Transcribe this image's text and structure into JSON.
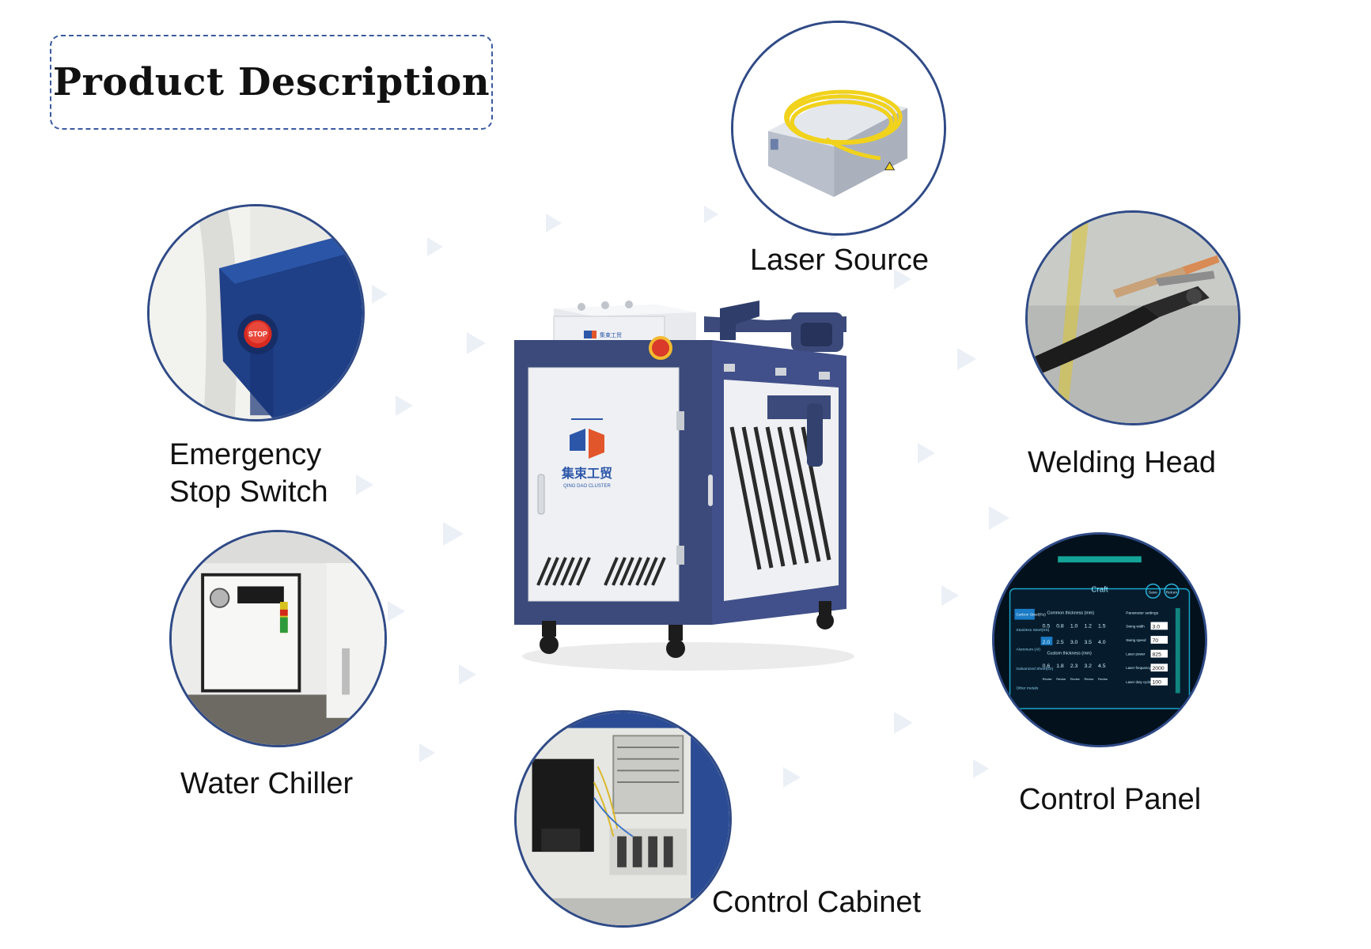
{
  "title": "Product Description",
  "machine": {
    "brand_cn": "集束工贸",
    "brand_en": "QING DAO CLUSTER",
    "small_logo": "集束工贸"
  },
  "components": {
    "laser_source": {
      "label": "Laser Source"
    },
    "emergency_stop": {
      "line1": "Emergency",
      "line2": "Stop Switch",
      "button_text": "STOP"
    },
    "welding_head": {
      "label": "Welding Head"
    },
    "water_chiller": {
      "label": "Water Chiller"
    },
    "control_panel": {
      "label": "Control Panel",
      "screen": {
        "title": "Craft",
        "btn_save": "Save",
        "btn_return": "Return",
        "materials": [
          "Carbon Steel(Fe)",
          "Stainless Steel(SS)",
          "Aluminum (Al)",
          "Galvanized Sheet(GI)",
          "Other metals"
        ],
        "common_header": "Common thickness (mm)",
        "common_values": [
          "0.5",
          "0.8",
          "1.0",
          "1.2",
          "1.5"
        ],
        "common_values_2": [
          "2.0",
          "2.5",
          "3.0",
          "3.5",
          "4.0"
        ],
        "custom_header": "Custom thickness (mm)",
        "custom_values": [
          "0.6",
          "1.8",
          "2.3",
          "3.2",
          "4.5"
        ],
        "revise": "Revise",
        "params_header": "Parameter settings",
        "params": [
          {
            "name": "Swing width",
            "value": "3.0"
          },
          {
            "name": "Swing speed",
            "value": "70"
          },
          {
            "name": "Laser power",
            "value": "825"
          },
          {
            "name": "Laser frequency",
            "value": "2000"
          },
          {
            "name": "Laser duty cycle",
            "value": "100"
          }
        ]
      }
    },
    "control_cabinet": {
      "label": "Control Cabinet"
    }
  },
  "colors": {
    "accent_border": "#2f4a86",
    "machine_frame": "#3b4a7a",
    "panel_white": "#eef0f3",
    "logo_blue": "#2c56a8",
    "logo_orange": "#e2562b"
  }
}
